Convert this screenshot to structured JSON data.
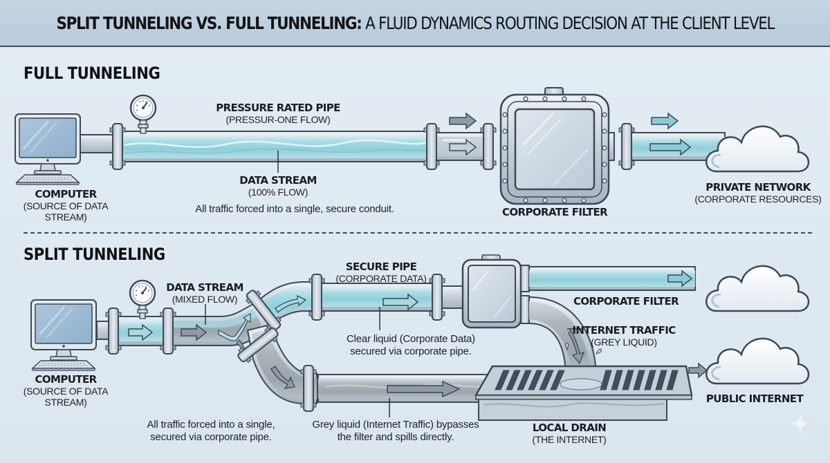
{
  "header": {
    "title_bold": "SPLIT TUNNELING VS. FULL TUNNELING:",
    "title_rest": " A FLUID DYNAMICS ROUTING DECISION AT THE CLIENT LEVEL"
  },
  "full_tunneling": {
    "heading": "FULL TUNNELING",
    "computer": {
      "title": "COMPUTER",
      "subtitle_line1": "(SOURCE OF DATA",
      "subtitle_line2": "STREAM)"
    },
    "pipe": {
      "title": "PRESSURE RATED PIPE",
      "subtitle": "(PRESSUR-ONE FLOW)"
    },
    "stream": {
      "title": "DATA STREAM",
      "subtitle": "(100% FLOW)"
    },
    "note": "All traffic forced into a single, secure conduit.",
    "filter": {
      "title": "CORPORATE FILTER"
    },
    "destination": {
      "title": "PRIVATE NETWORK",
      "subtitle": "(CORPORATE RESOURCES)"
    }
  },
  "split_tunneling": {
    "heading": "SPLIT TUNNELING",
    "computer": {
      "title": "COMPUTER",
      "subtitle_line1": "(SOURCE OF DATA",
      "subtitle_line2": "STREAM)"
    },
    "stream": {
      "title": "DATA STREAM",
      "subtitle": "(MIXED FLOW)"
    },
    "secure_pipe": {
      "title": "SECURE PIPE",
      "subtitle": "(CORPORATE DATA)"
    },
    "filter": {
      "title": "CORPORATE FILTER"
    },
    "internet_traffic": {
      "title": "INTERNET TRAFFIC",
      "subtitle": "(GREY LIQUID)"
    },
    "note_left_line1": "All traffic forced into a single,",
    "note_left_line2": "secured via corporate pipe.",
    "note_clear_line1": "Clear liquid (Corporate Data)",
    "note_clear_line2": "secured via corporate pipe.",
    "note_grey_line1": "Grey liquid (Internet Traffic) bypasses",
    "note_grey_line2": "the filter and spills directly.",
    "drain": {
      "title": "LOCAL DRAIN",
      "subtitle": "(THE INTERNET)"
    },
    "destination": {
      "title": "PUBLIC INTERNET"
    }
  },
  "colors": {
    "clear_liquid": "#9fd6df",
    "grey_liquid": "#a9b1b7",
    "pipe_outline": "#3b4856",
    "metal": "#c9d3dc",
    "background": "#e0eaf2",
    "title_bar": "#bfd0df"
  }
}
